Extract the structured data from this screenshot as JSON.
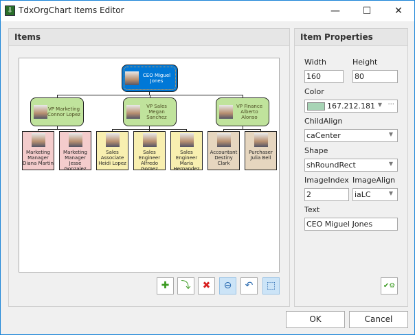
{
  "window": {
    "title": "TdxOrgChart Items Editor",
    "minimize": "—",
    "maximize": "☐",
    "close": "✕"
  },
  "items_panel": {
    "title": "Items"
  },
  "chart": {
    "root": {
      "text": "CEO Miguel Jones",
      "color": "#0078d7"
    },
    "vps": [
      {
        "text": "VP Marketing Connor Lopez",
        "color": "#c0e39c"
      },
      {
        "text": "VP Sales Megan Sanchez",
        "color": "#c0e39c"
      },
      {
        "text": "VP Finance Alberto Alonso",
        "color": "#c0e39c"
      }
    ],
    "staff": [
      {
        "text": "Marketing Manager Diana Martin",
        "color": "#f4cccc"
      },
      {
        "text": "Marketing Manager Jesse Gonzalez",
        "color": "#f4cccc"
      },
      {
        "text": "Sales Associate Heidi Lopez",
        "color": "#f8efb0"
      },
      {
        "text": "Sales Engineer Alfredo Gomez",
        "color": "#f8efb0"
      },
      {
        "text": "Sales Engineer Maria Hernandez",
        "color": "#f8efb0"
      },
      {
        "text": "Accountant Destiny Clark",
        "color": "#e6d6bf"
      },
      {
        "text": "Purchaser Julia Bell",
        "color": "#e6d6bf"
      }
    ]
  },
  "toolbar": [
    {
      "icon": "add-icon",
      "glyph": "✚",
      "color": "#3a9a20"
    },
    {
      "icon": "add-child-icon",
      "glyph": "⤵",
      "color": "#3a9a20"
    },
    {
      "icon": "delete-icon",
      "glyph": "✖",
      "color": "#d82020"
    },
    {
      "icon": "zoom-icon",
      "glyph": "⊖",
      "color": "#2a6ab0"
    },
    {
      "icon": "rotate-icon",
      "glyph": "↶",
      "color": "#2a6ab0"
    },
    {
      "icon": "fit-icon",
      "glyph": "⬚",
      "color": "#2a6ab0"
    }
  ],
  "props": {
    "title": "Item Properties",
    "width_label": "Width",
    "width": "160",
    "height_label": "Height",
    "height": "80",
    "color_label": "Color",
    "color": "167.212.181",
    "color_swatch": "#a7d4b5",
    "color_more": "···",
    "childalign_label": "ChildAlign",
    "childalign": "caCenter",
    "shape_label": "Shape",
    "shape": "shRoundRect",
    "imageindex_label": "ImageIndex",
    "imageindex": "2",
    "imagealign_label": "ImageAlign",
    "imagealign": "iaLC",
    "text_label": "Text",
    "text": "CEO Miguel Jones",
    "settings_glyph": "✔⚙"
  },
  "buttons": {
    "ok": "OK",
    "cancel": "Cancel"
  }
}
